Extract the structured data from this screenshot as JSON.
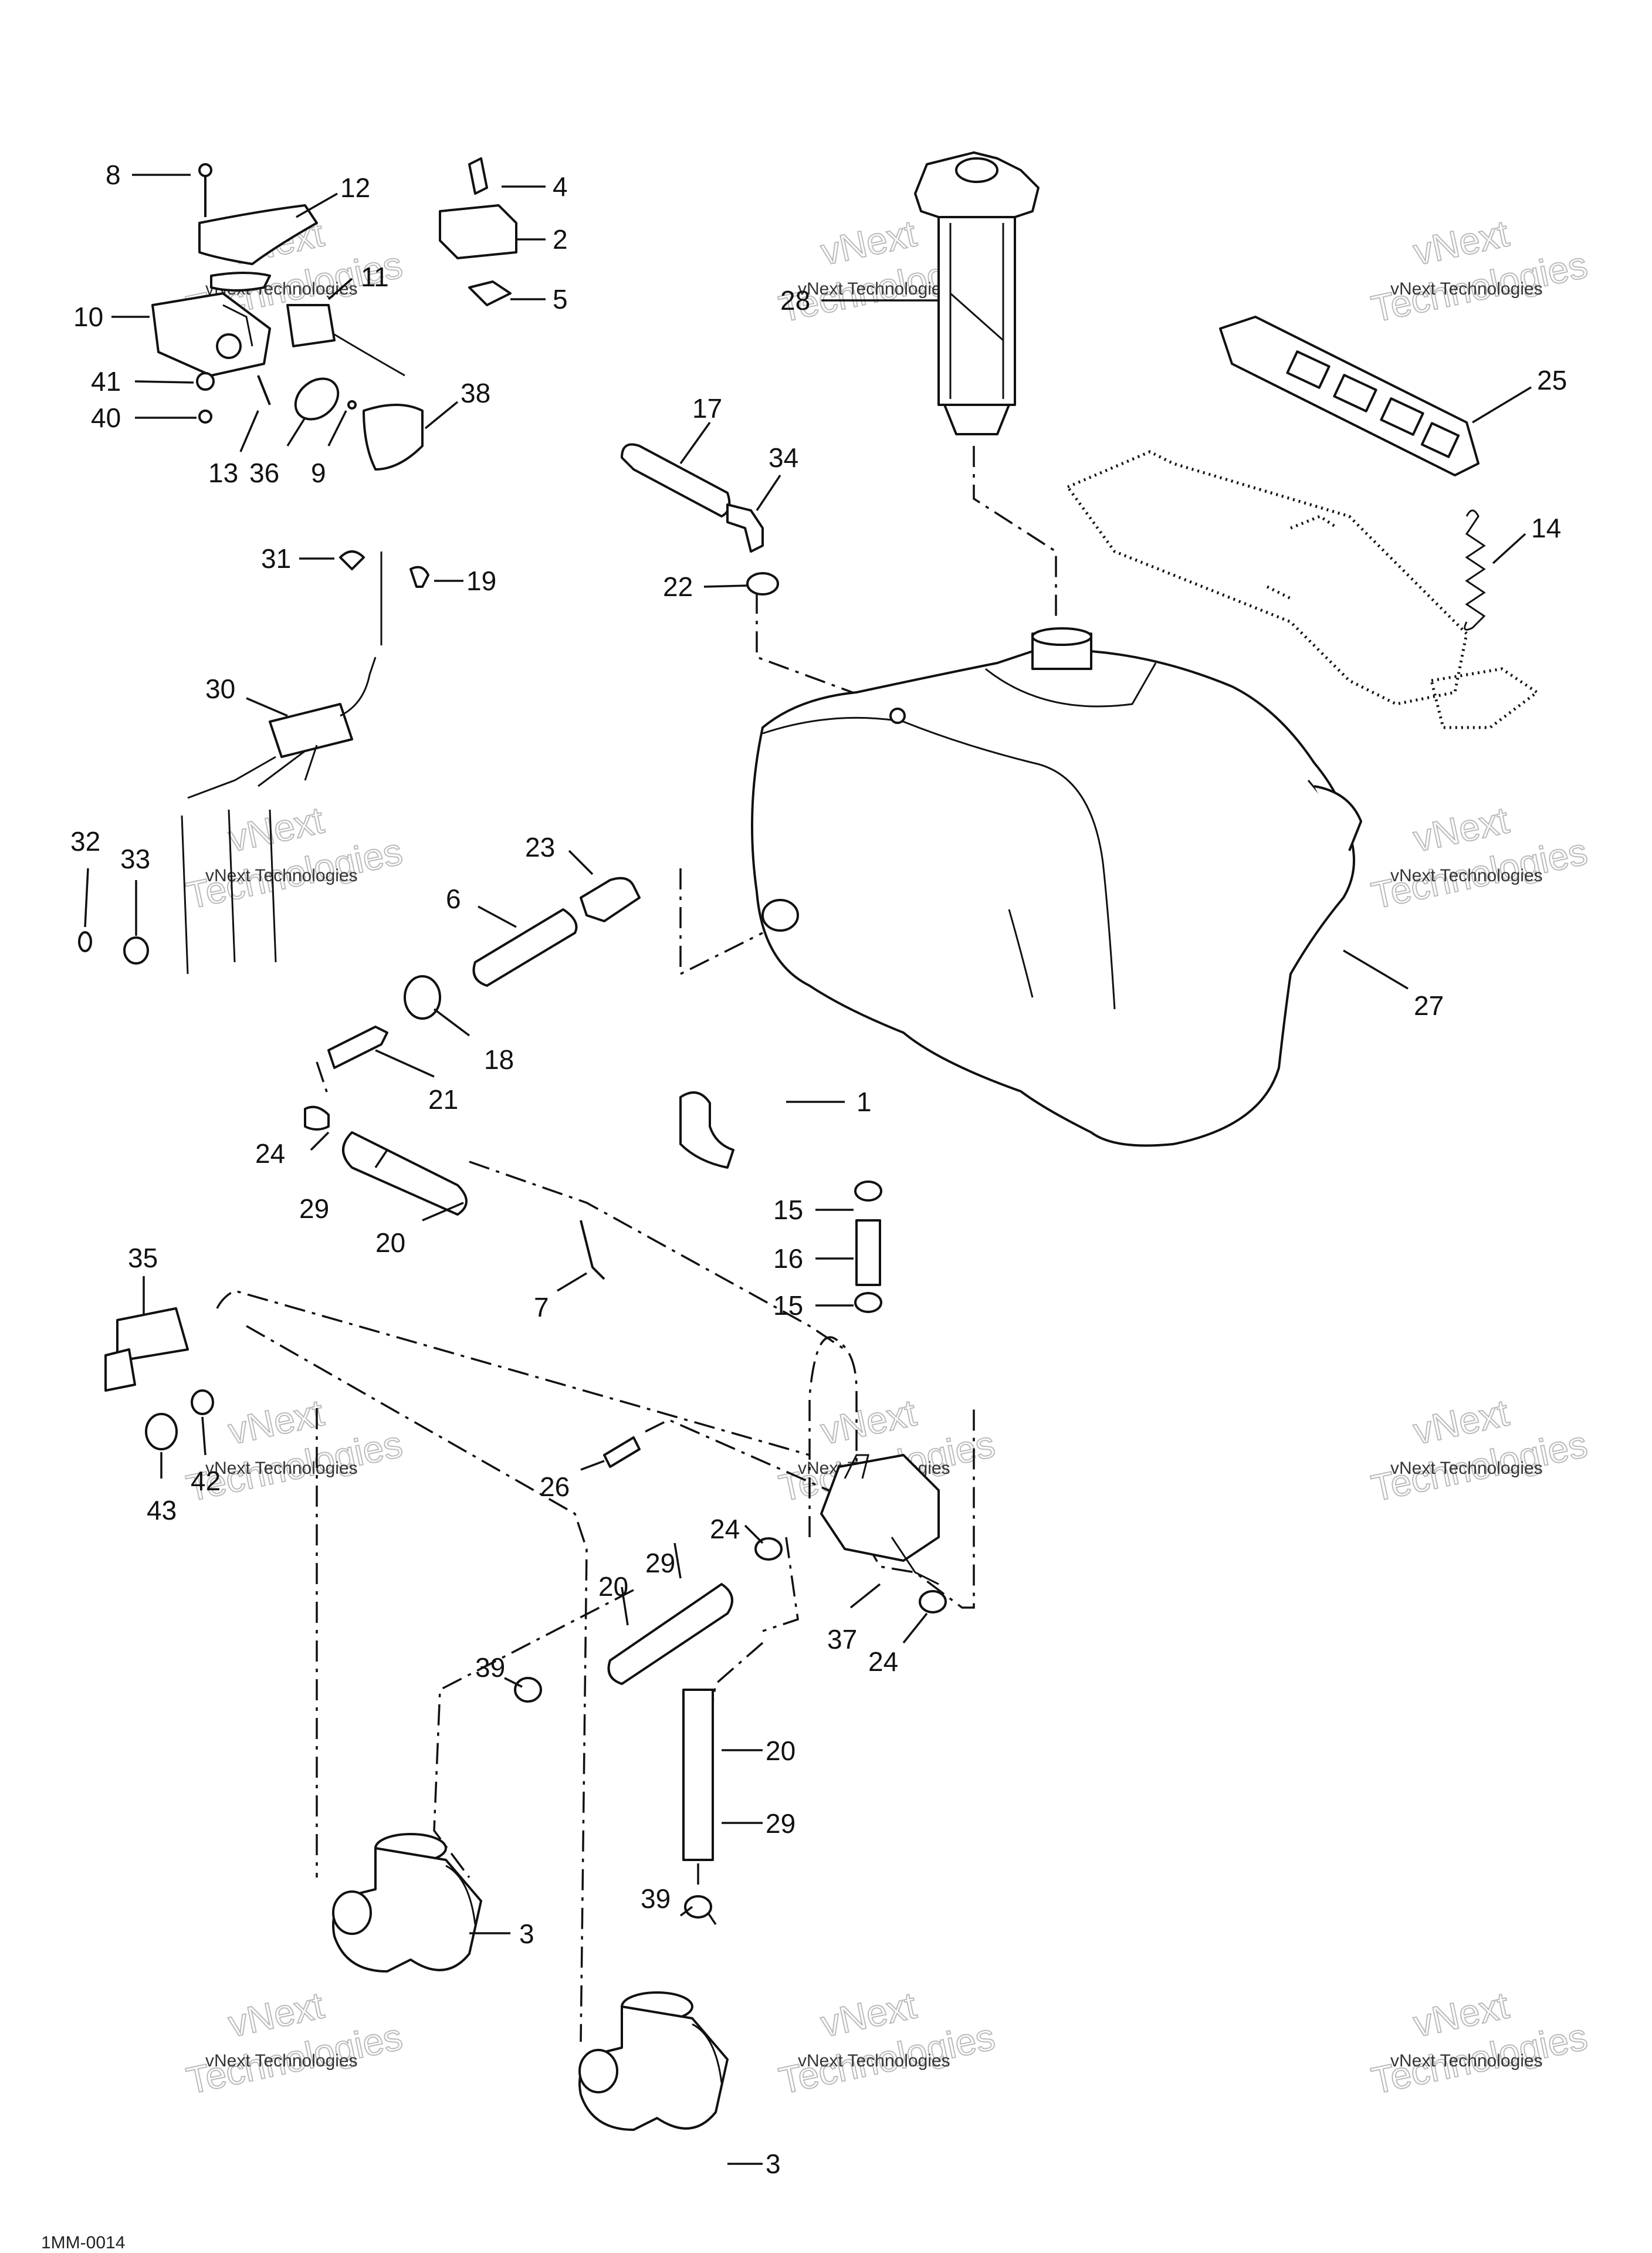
{
  "watermark": {
    "line1": "vNext Technologies",
    "line2": "Technologies",
    "line3": "vNext"
  },
  "footer_code": "1MM-0014",
  "callouts": [
    {
      "id": "c8",
      "label": "8"
    },
    {
      "id": "c12",
      "label": "12"
    },
    {
      "id": "c11",
      "label": "11"
    },
    {
      "id": "c10",
      "label": "10"
    },
    {
      "id": "c41",
      "label": "41"
    },
    {
      "id": "c40",
      "label": "40"
    },
    {
      "id": "c13",
      "label": "13"
    },
    {
      "id": "c36",
      "label": "36"
    },
    {
      "id": "c9",
      "label": "9"
    },
    {
      "id": "c38",
      "label": "38"
    },
    {
      "id": "c4",
      "label": "4"
    },
    {
      "id": "c2",
      "label": "2"
    },
    {
      "id": "c5",
      "label": "5"
    },
    {
      "id": "c28",
      "label": "28"
    },
    {
      "id": "c25",
      "label": "25"
    },
    {
      "id": "c14",
      "label": "14"
    },
    {
      "id": "c17",
      "label": "17"
    },
    {
      "id": "c34",
      "label": "34"
    },
    {
      "id": "c22",
      "label": "22"
    },
    {
      "id": "c31",
      "label": "31"
    },
    {
      "id": "c19",
      "label": "19"
    },
    {
      "id": "c30",
      "label": "30"
    },
    {
      "id": "c32",
      "label": "32"
    },
    {
      "id": "c33",
      "label": "33"
    },
    {
      "id": "c23",
      "label": "23"
    },
    {
      "id": "c6",
      "label": "6"
    },
    {
      "id": "c27",
      "label": "27"
    },
    {
      "id": "c18",
      "label": "18"
    },
    {
      "id": "c21",
      "label": "21"
    },
    {
      "id": "c1",
      "label": "1"
    },
    {
      "id": "c24a",
      "label": "24"
    },
    {
      "id": "c29a",
      "label": "29"
    },
    {
      "id": "c20a",
      "label": "20"
    },
    {
      "id": "c15a",
      "label": "15"
    },
    {
      "id": "c16",
      "label": "16"
    },
    {
      "id": "c15b",
      "label": "15"
    },
    {
      "id": "c35",
      "label": "35"
    },
    {
      "id": "c7",
      "label": "7"
    },
    {
      "id": "c43",
      "label": "43"
    },
    {
      "id": "c42",
      "label": "42"
    },
    {
      "id": "c26",
      "label": "26"
    },
    {
      "id": "c24b",
      "label": "24"
    },
    {
      "id": "c29b",
      "label": "29"
    },
    {
      "id": "c20b",
      "label": "20"
    },
    {
      "id": "c37",
      "label": "37"
    },
    {
      "id": "c24c",
      "label": "24"
    },
    {
      "id": "c39a",
      "label": "39"
    },
    {
      "id": "c20c",
      "label": "20"
    },
    {
      "id": "c29c",
      "label": "29"
    },
    {
      "id": "c39b",
      "label": "39"
    },
    {
      "id": "c3a",
      "label": "3"
    },
    {
      "id": "c3b",
      "label": "3"
    }
  ]
}
